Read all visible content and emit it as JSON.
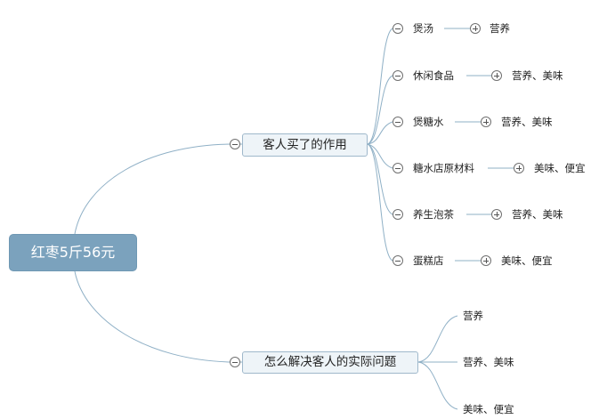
{
  "root": {
    "label": "红枣5斤56元"
  },
  "branch_uses": {
    "label": "客人买了的作用",
    "items": [
      {
        "label": "煲汤",
        "detail": "营养"
      },
      {
        "label": "休闲食品",
        "detail": "营养、美味"
      },
      {
        "label": "煲糖水",
        "detail": "营养、美味"
      },
      {
        "label": "糖水店原材料",
        "detail": "美味、便宜"
      },
      {
        "label": "养生泡茶",
        "detail": "营养、美味"
      },
      {
        "label": "蛋糕店",
        "detail": "美味、便宜"
      }
    ]
  },
  "branch_solve": {
    "label": "怎么解决客人的实际问题",
    "items": [
      {
        "label": "营养"
      },
      {
        "label": "营养、美味"
      },
      {
        "label": "美味、便宜"
      }
    ]
  },
  "colors": {
    "connector": "#8fb0c6",
    "root_fill": "#7ba2bd",
    "topic_fill": "#eef4f8"
  }
}
